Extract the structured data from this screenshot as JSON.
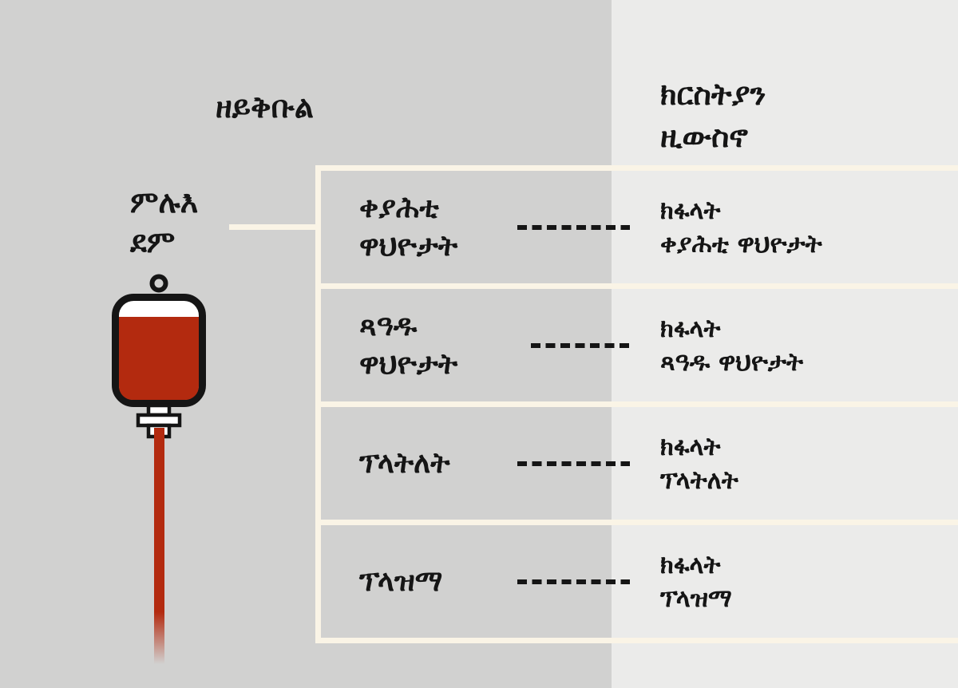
{
  "theme": {
    "bg_left": "#d1d1d0",
    "bg_right": "#ebebea",
    "line": "#faf4e6",
    "ink": "#151515",
    "blood": "#b32a0f"
  },
  "headers": {
    "left": "ዘይቅቡል",
    "right_line1": "ክርስትያን",
    "right_line2": "ዚውስኖ"
  },
  "source": {
    "label_line1": "ምሉእ",
    "label_line2": "ደም",
    "icon": "blood-bag-icon"
  },
  "rows": [
    {
      "left_line1": "ቀያሕቲ",
      "left_line2": "ዋህዮታት",
      "right_line1": "ክፋላት",
      "right_line2": "ቀያሕቲ ዋህዮታት"
    },
    {
      "left_line1": "ጻዓዱ",
      "left_line2": "ዋህዮታት",
      "right_line1": "ክፋላት",
      "right_line2": "ጻዓዱ ዋህዮታት"
    },
    {
      "left_line1": "ፕላትለት",
      "left_line2": "",
      "right_line1": "ክፋላት",
      "right_line2": "ፕላትለት"
    },
    {
      "left_line1": "ፕላዝማ",
      "left_line2": "",
      "right_line1": "ክፋላት",
      "right_line2": "ፕላዝማ"
    }
  ]
}
